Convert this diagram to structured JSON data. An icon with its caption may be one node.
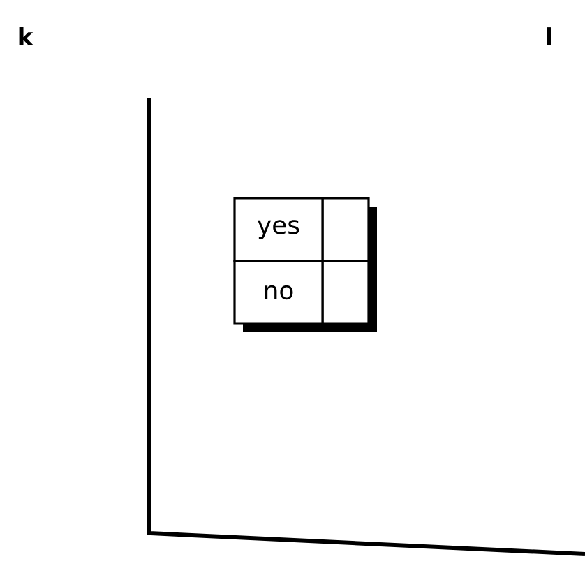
{
  "diagram": {
    "labels": [
      "k",
      "l",
      "yes",
      "no"
    ]
  }
}
